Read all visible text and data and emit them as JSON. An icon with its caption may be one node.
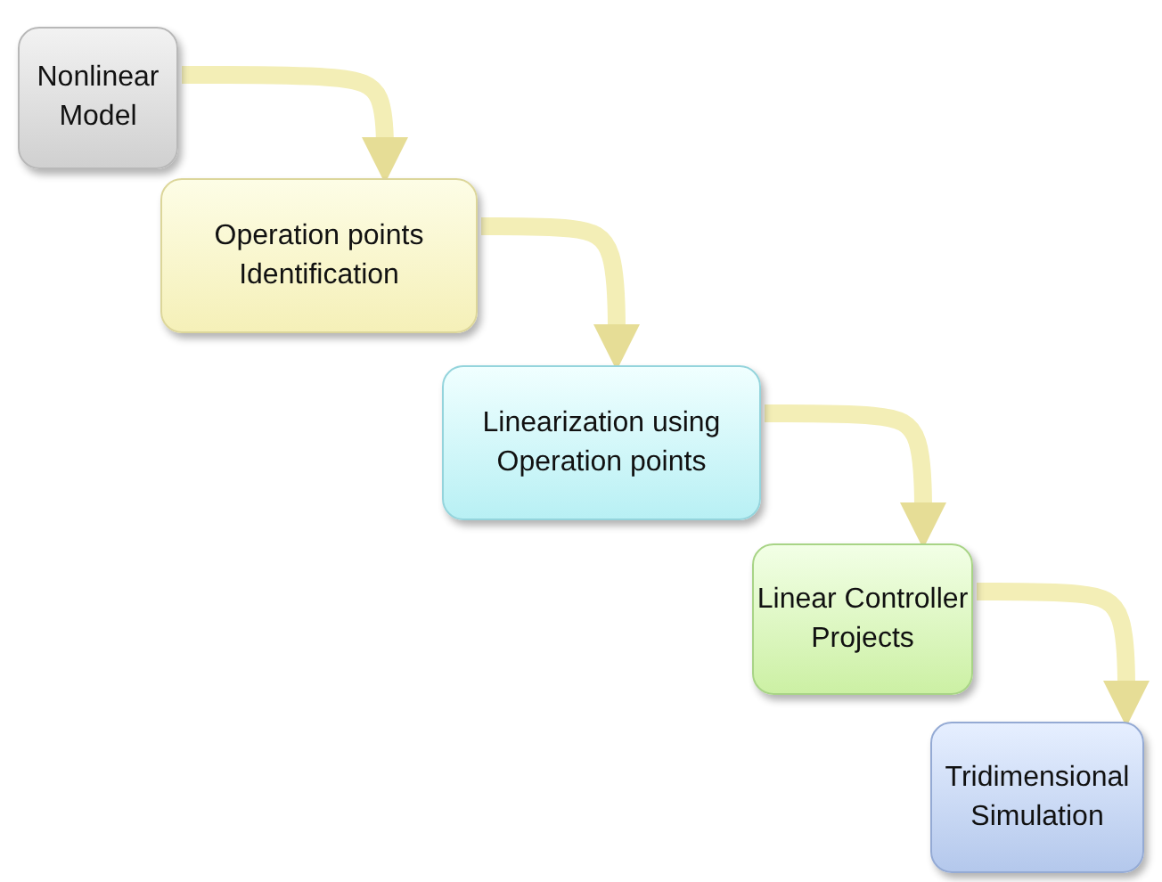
{
  "diagram": {
    "nodes": [
      {
        "text": [
          "Nonlinear Model"
        ]
      },
      {
        "text": [
          "Operation points Identification"
        ]
      },
      {
        "text": [
          "Linearization using Operation points"
        ]
      },
      {
        "text": [
          "Linear Controller Projects"
        ]
      },
      {
        "text": [
          "Tridimensional Simulation"
        ]
      }
    ],
    "edges": [
      {
        "from": 0,
        "to": 1,
        "arrow": "to"
      },
      {
        "from": 1,
        "to": 2,
        "arrow": "to"
      },
      {
        "from": 2,
        "to": 3,
        "arrow": "to"
      },
      {
        "from": 3,
        "to": 4,
        "arrow": "to"
      }
    ]
  }
}
